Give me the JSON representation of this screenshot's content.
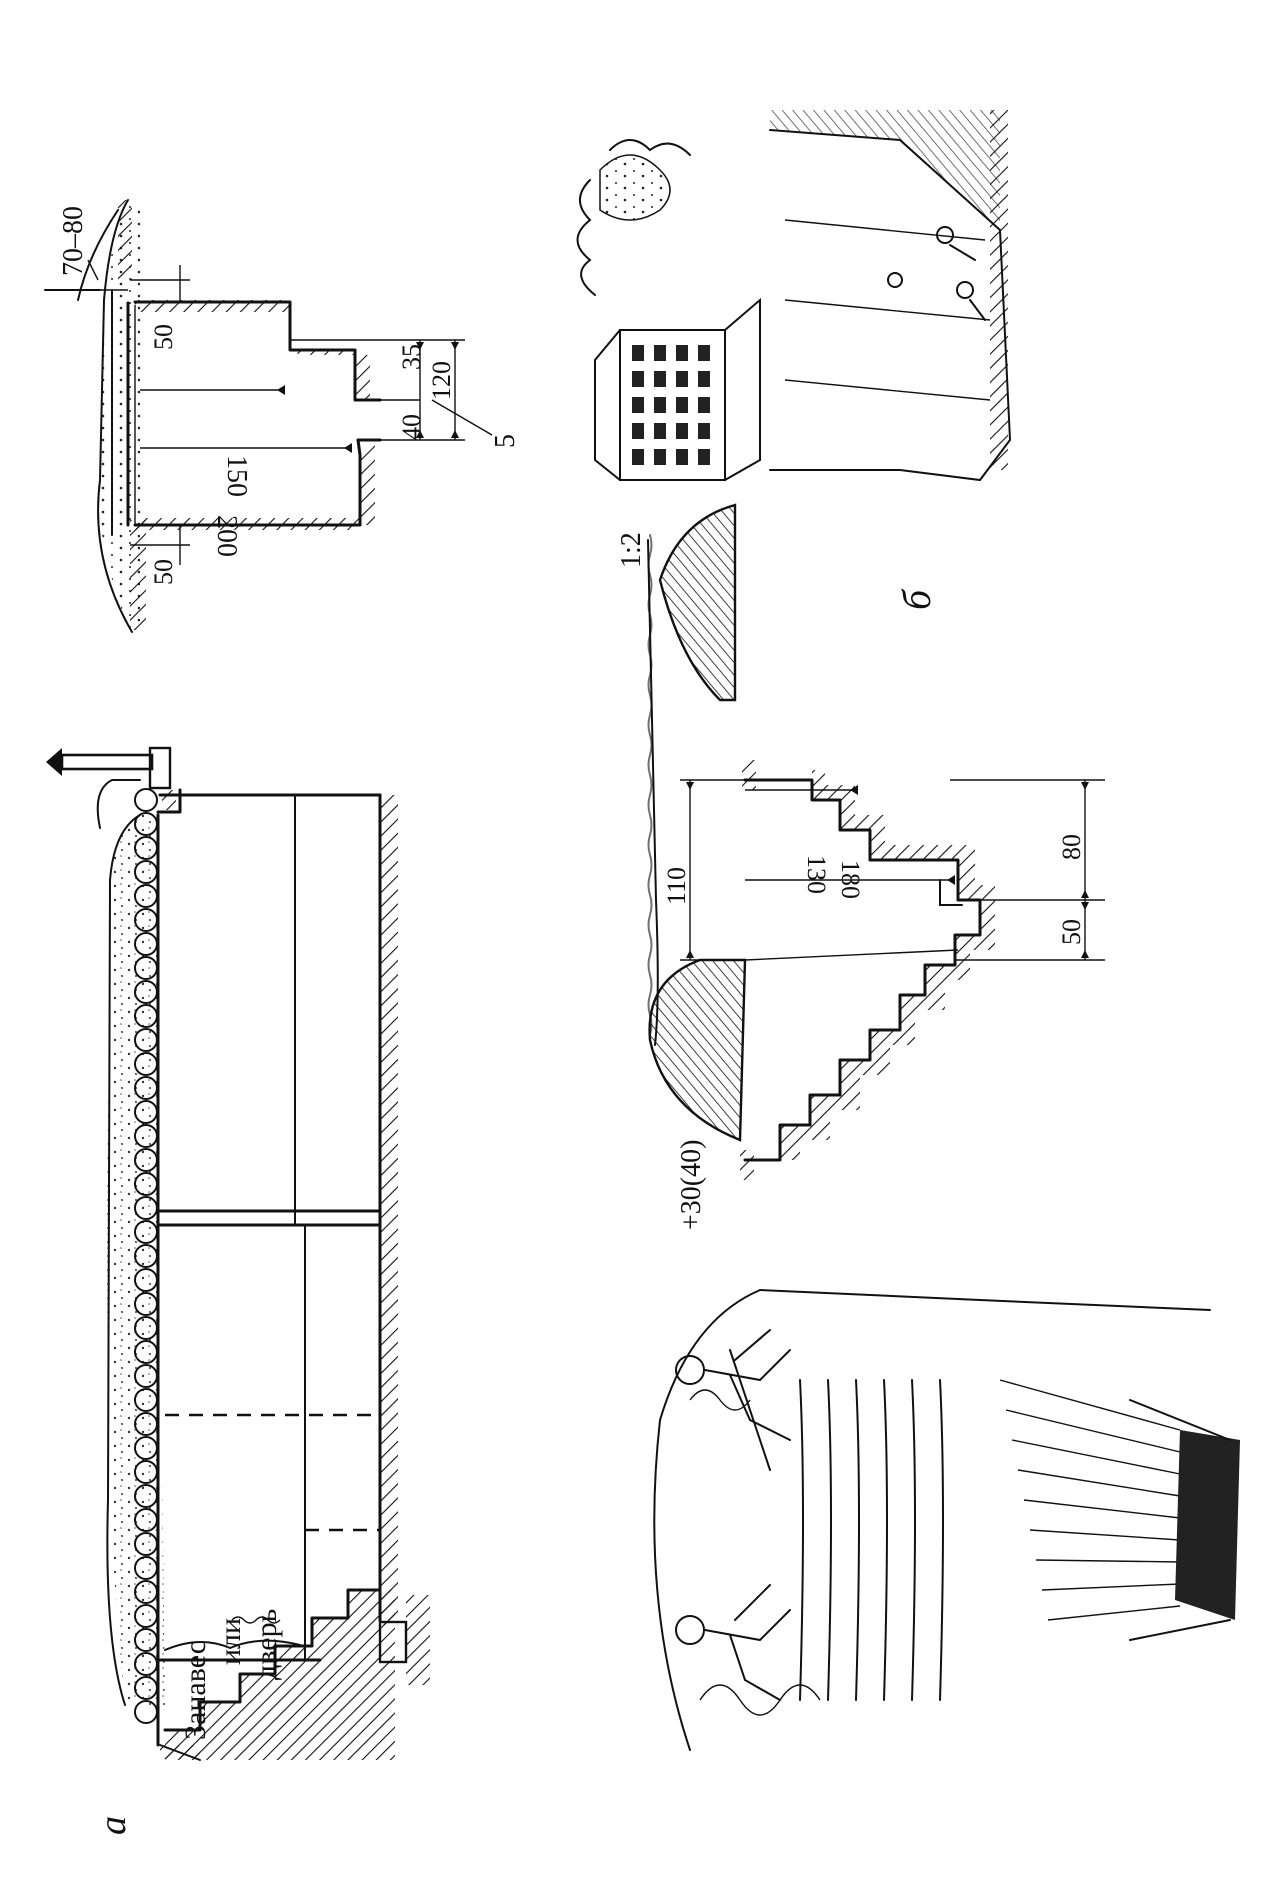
{
  "labels": {
    "fig_a": "а",
    "fig_b": "б",
    "curtain_line1": "Занавес",
    "curtain_line2": "или",
    "curtain_line3": "дверь"
  },
  "dims_a": {
    "top": "70–80",
    "left_50": "50",
    "right_50": "50",
    "h150": "150",
    "h200": "200",
    "w35": "35",
    "w40": "40",
    "w120": "120",
    "n5": "5"
  },
  "dims_b": {
    "slope": "1:2",
    "parapet": "+30(40)",
    "w110": "110",
    "h130": "130",
    "h180": "180",
    "w80": "80",
    "w50": "50"
  }
}
